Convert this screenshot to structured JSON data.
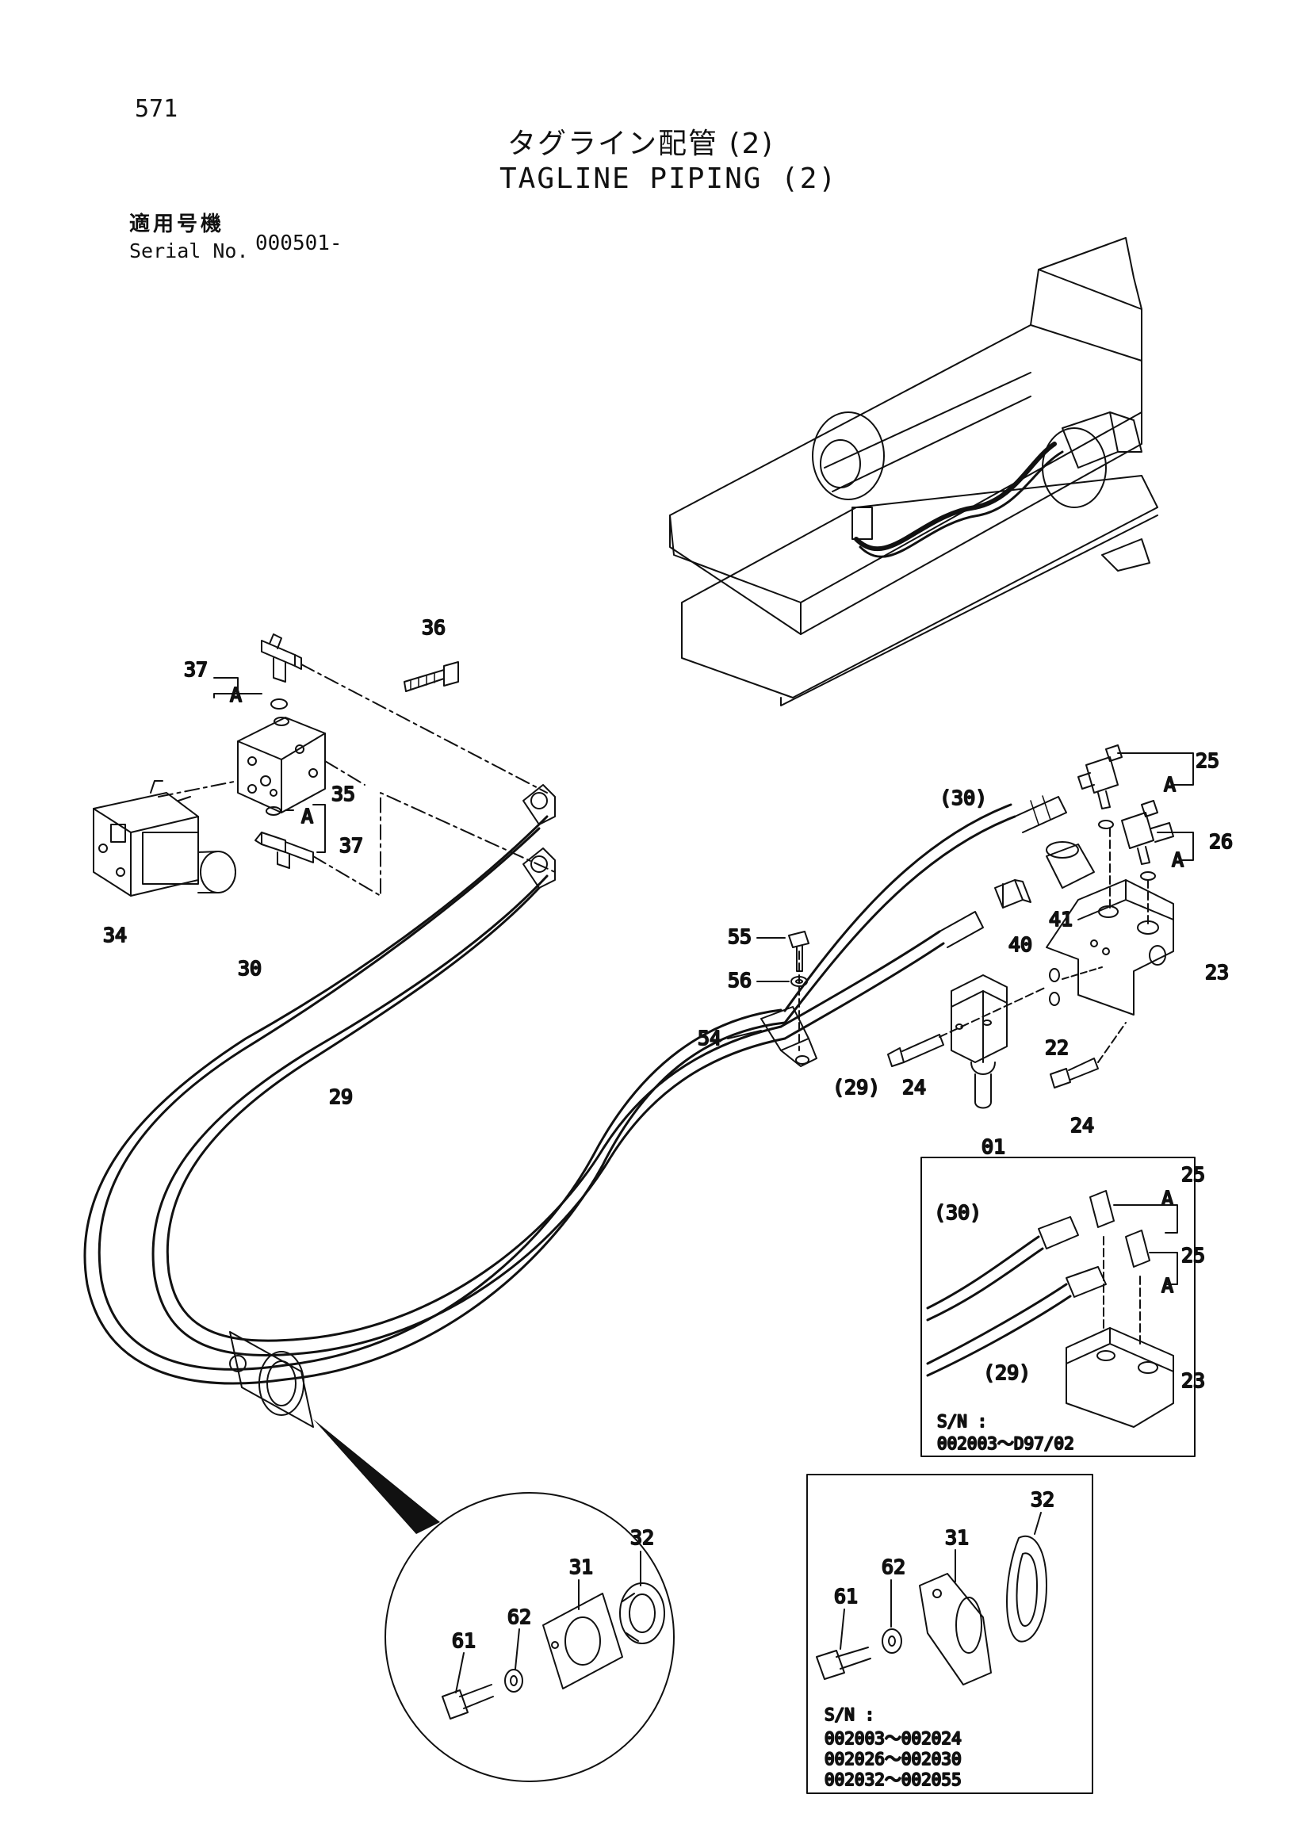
{
  "header": {
    "page_number": "571",
    "title_jp": "タグライン配管 (2)",
    "title_en": "TAGLINE PIPING (2)",
    "serial_label_jp": "適用号機",
    "serial_label_en": "Serial No.",
    "serial_value": "000501-"
  },
  "parts": {
    "p36": "36",
    "p37a": "37",
    "p37b": "37",
    "p35": "35",
    "p34": "34",
    "pA1": "A",
    "pA2": "A",
    "pA3": "A",
    "pA4": "A",
    "pA5": "A",
    "pA6": "A",
    "p30": "30",
    "p29": "29",
    "p30b": "(30)",
    "p29b": "(29)",
    "p25": "25",
    "p26": "26",
    "p23": "23",
    "p22": "22",
    "p24a": "24",
    "p24b": "24",
    "p41": "41",
    "p40": "40",
    "p01": "01",
    "p55": "55",
    "p56": "56",
    "p54": "54",
    "p61": "61",
    "p62": "62",
    "p31": "31",
    "p32": "32"
  },
  "inset1": {
    "p30": "(30)",
    "p29": "(29)",
    "p25a": "25",
    "p25b": "25",
    "p23": "23",
    "sn_label": "S/N :",
    "sn_range": "002003～D97/02"
  },
  "inset2": {
    "p61": "61",
    "p62": "62",
    "p31": "31",
    "p32": "32",
    "sn_label": "S/N :",
    "sn_r1": "002003～002024",
    "sn_r2": "002026～002030",
    "sn_r3": "002032～002055"
  }
}
